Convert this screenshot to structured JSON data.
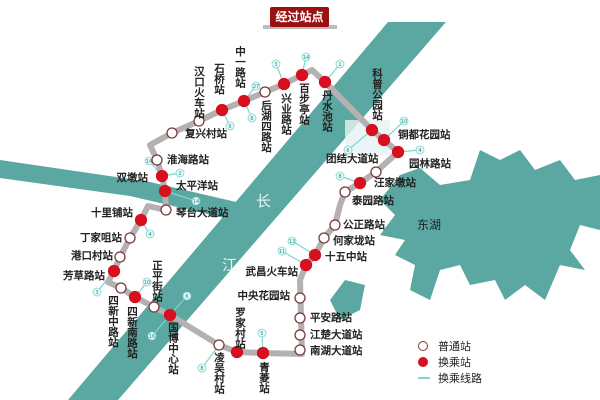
{
  "title": "经过站点",
  "colors": {
    "river": "#5aa8a1",
    "route": "#b5b1b3",
    "transfer_station": "#d6101e",
    "normal_station_border": "#7a3b3b",
    "transfer_line": "#7fd6cf",
    "title_bg": "#9b1111"
  },
  "map_labels": {
    "yangtze_1": "长",
    "yangtze_2": "江",
    "east_lake": "东湖"
  },
  "stations": [
    {
      "name": "丹水池站",
      "type": "transfer"
    },
    {
      "name": "百步亭站",
      "type": "transfer"
    },
    {
      "name": "兴业路站",
      "type": "transfer"
    },
    {
      "name": "后湖四路站",
      "type": "normal"
    },
    {
      "name": "中一路站",
      "type": "transfer"
    },
    {
      "name": "石桥站",
      "type": "transfer"
    },
    {
      "name": "汉口火车站",
      "type": "normal"
    },
    {
      "name": "复兴村站",
      "type": "normal"
    },
    {
      "name": "淮海路站",
      "type": "normal"
    },
    {
      "name": "双墩站",
      "type": "transfer"
    },
    {
      "name": "太平洋站",
      "type": "transfer"
    },
    {
      "name": "琴台大道站",
      "type": "normal"
    },
    {
      "name": "十里铺站",
      "type": "transfer"
    },
    {
      "name": "丁家咀站",
      "type": "normal"
    },
    {
      "name": "港口村站",
      "type": "normal"
    },
    {
      "name": "芳草路站",
      "type": "transfer"
    },
    {
      "name": "四新中路站",
      "type": "normal"
    },
    {
      "name": "四新南路站",
      "type": "transfer"
    },
    {
      "name": "正平街站",
      "type": "normal"
    },
    {
      "name": "国博中心站",
      "type": "transfer"
    },
    {
      "name": "凌吴村站",
      "type": "normal"
    },
    {
      "name": "罗家村站",
      "type": "transfer"
    },
    {
      "name": "青菱站",
      "type": "transfer"
    },
    {
      "name": "南湖大道站",
      "type": "normal"
    },
    {
      "name": "江楚大道站",
      "type": "normal"
    },
    {
      "name": "平安路站",
      "type": "normal"
    },
    {
      "name": "中央花园站",
      "type": "normal"
    },
    {
      "name": "武昌火车站",
      "type": "transfer"
    },
    {
      "name": "十五中站",
      "type": "transfer"
    },
    {
      "name": "何家垅站",
      "type": "normal"
    },
    {
      "name": "公正路站",
      "type": "normal"
    },
    {
      "name": "泰园路站",
      "type": "normal"
    },
    {
      "name": "团结大道站",
      "type": "transfer"
    },
    {
      "name": "汪家墩站",
      "type": "normal"
    },
    {
      "name": "园林路站",
      "type": "transfer"
    },
    {
      "name": "铜都花园站",
      "type": "transfer"
    },
    {
      "name": "科普公园站",
      "type": "transfer"
    }
  ],
  "transfer_line_numbers": [
    "1",
    "14",
    "3",
    "27",
    "8",
    "6",
    "14",
    "2",
    "14",
    "4",
    "3",
    "10",
    "6",
    "16",
    "8",
    "5",
    "11",
    "13",
    "8",
    "4",
    "10",
    "6"
  ],
  "legend": [
    {
      "icon": "hollow-circle",
      "label": "普通站"
    },
    {
      "icon": "red-dot",
      "label": "换乘站"
    },
    {
      "icon": "teal-line",
      "label": "换乘线路"
    }
  ]
}
